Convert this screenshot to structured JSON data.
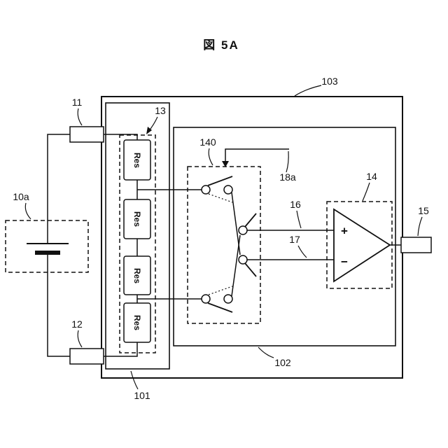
{
  "figure": {
    "title": "図 5A",
    "references": {
      "r10a": "10a",
      "r11": "11",
      "r12": "12",
      "r13": "13",
      "r14": "14",
      "r15": "15",
      "r16": "16",
      "r17": "17",
      "r18a": "18a",
      "r101": "101",
      "r102": "102",
      "r103": "103",
      "r140": "140"
    },
    "resistors": [
      "Res",
      "Res",
      "Res",
      "Res"
    ],
    "opamp": {
      "plus": "+",
      "minus": "−"
    },
    "colors": {
      "line": "#111111",
      "background": "#ffffff"
    }
  }
}
